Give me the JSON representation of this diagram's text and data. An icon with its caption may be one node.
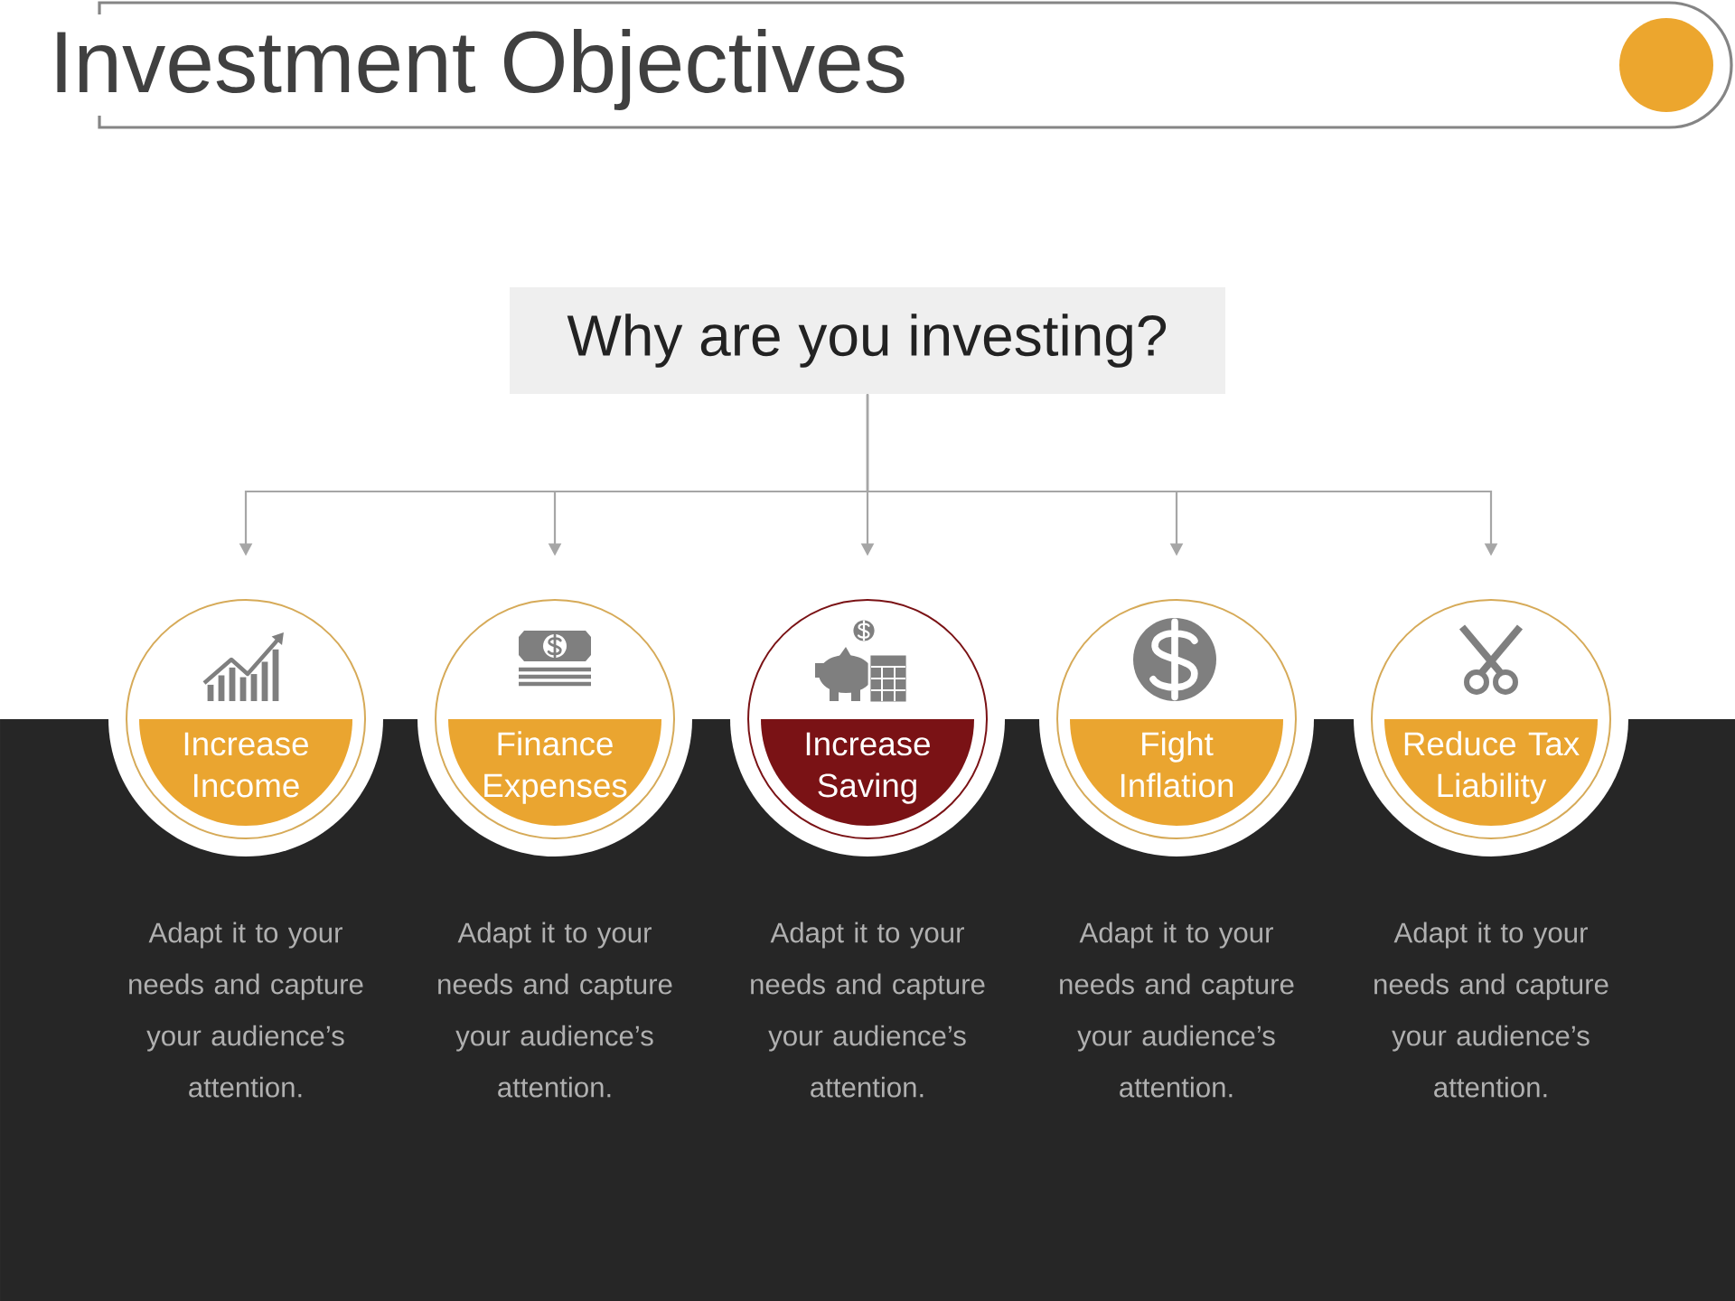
{
  "diagram": {
    "title": "Investment Objectives",
    "nodes": [
      {
        "text": [
          "Why are you investing?"
        ]
      },
      {
        "text": [
          "Increase Income"
        ],
        "beside": [
          "Adapt it to your needs and capture your audience’s attention."
        ]
      },
      {
        "text": [
          "Finance Expenses"
        ],
        "beside": [
          "Adapt it to your needs and capture your audience’s attention."
        ]
      },
      {
        "text": [
          "Increase Saving"
        ],
        "beside": [
          "Adapt it to your needs and capture your audience’s attention."
        ]
      },
      {
        "text": [
          "Fight Inflation"
        ],
        "beside": [
          "Adapt it to your needs and capture your audience’s attention."
        ]
      },
      {
        "text": [
          "Reduce Tax Liability"
        ],
        "beside": [
          "Adapt it to your needs and capture your audience’s attention."
        ]
      }
    ],
    "edges": [
      {
        "from": 0,
        "to": 1,
        "arrow": "to"
      },
      {
        "from": 0,
        "to": 2,
        "arrow": "to"
      },
      {
        "from": 0,
        "to": 3,
        "arrow": "to"
      },
      {
        "from": 0,
        "to": 4,
        "arrow": "to"
      },
      {
        "from": 0,
        "to": 5,
        "arrow": "to"
      }
    ]
  }
}
